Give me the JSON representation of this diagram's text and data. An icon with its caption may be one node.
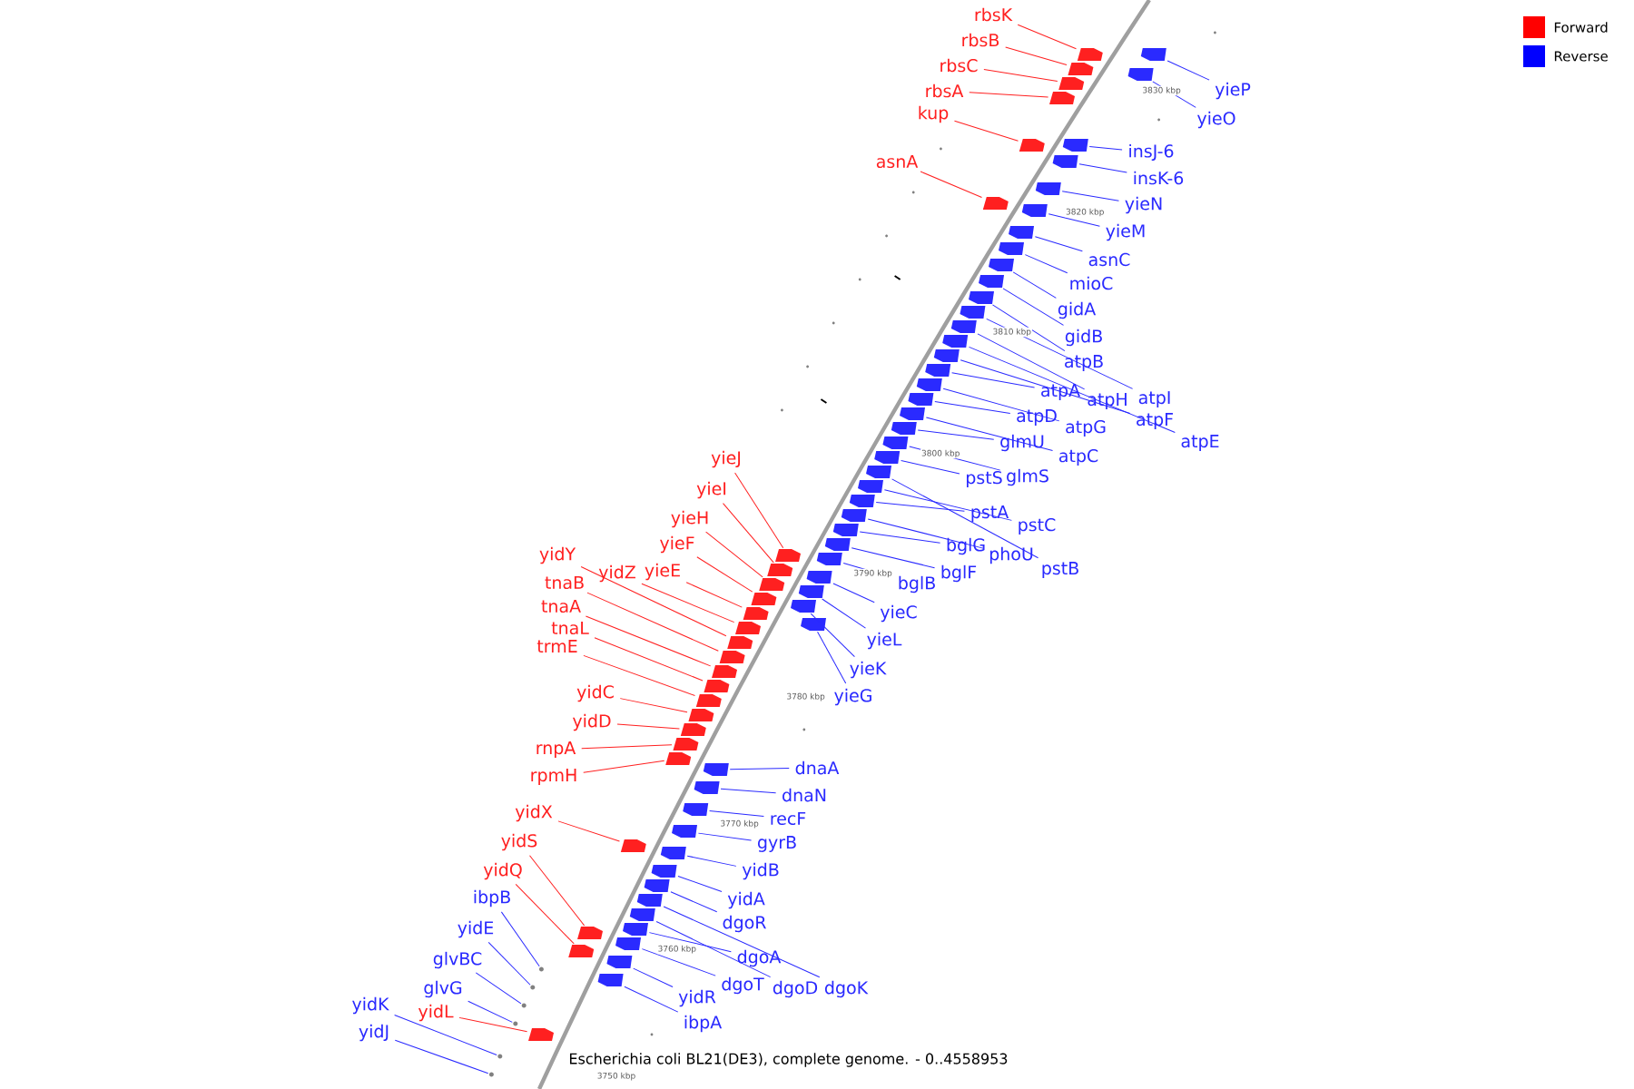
{
  "diagram": {
    "caption": "Escherichia coli BL21(DE3), complete genome. - 0..4558953",
    "nodes": [
      {
        "text": [
          "rbsK"
        ]
      },
      {
        "text": [
          "rbsB"
        ]
      },
      {
        "text": [
          "rbsC"
        ]
      },
      {
        "text": [
          "rbsA"
        ]
      },
      {
        "text": [
          "yieP"
        ]
      },
      {
        "text": [
          "kup"
        ]
      },
      {
        "text": [
          "yieO"
        ]
      },
      {
        "text": [
          "insJ-6"
        ]
      },
      {
        "text": [
          "asnA"
        ]
      },
      {
        "text": [
          "insK-6"
        ]
      },
      {
        "text": [
          "yieN"
        ]
      },
      {
        "text": [
          "yieM"
        ]
      },
      {
        "text": [
          "asnC"
        ]
      },
      {
        "text": [
          "mioC"
        ]
      },
      {
        "text": [
          "gidA"
        ]
      },
      {
        "text": [
          "gidB"
        ]
      },
      {
        "text": [
          "atpB"
        ]
      },
      {
        "text": [
          "atpA"
        ]
      },
      {
        "text": [
          "atpI"
        ]
      },
      {
        "text": [
          "atpH"
        ]
      },
      {
        "text": [
          "atpF"
        ]
      },
      {
        "text": [
          "atpD"
        ]
      },
      {
        "text": [
          "atpG"
        ]
      },
      {
        "text": [
          "atpE"
        ]
      },
      {
        "text": [
          "glmU"
        ]
      },
      {
        "text": [
          "atpC"
        ]
      },
      {
        "text": [
          "yieJ"
        ]
      },
      {
        "text": [
          "pstS"
        ]
      },
      {
        "text": [
          "glmS"
        ]
      },
      {
        "text": [
          "yieI"
        ]
      },
      {
        "text": [
          "pstA"
        ]
      },
      {
        "text": [
          "yieH"
        ]
      },
      {
        "text": [
          "pstC"
        ]
      },
      {
        "text": [
          "yieF"
        ]
      },
      {
        "text": [
          "bglG"
        ]
      },
      {
        "text": [
          "yidY"
        ]
      },
      {
        "text": [
          "phoU"
        ]
      },
      {
        "text": [
          "pstB"
        ]
      },
      {
        "text": [
          "yieE"
        ]
      },
      {
        "text": [
          "yidZ"
        ]
      },
      {
        "text": [
          "bglF"
        ]
      },
      {
        "text": [
          "tnaB"
        ]
      },
      {
        "text": [
          "bglB"
        ]
      },
      {
        "text": [
          "tnaA"
        ]
      },
      {
        "text": [
          "yieC"
        ]
      },
      {
        "text": [
          "tnaL"
        ]
      },
      {
        "text": [
          "yieL"
        ]
      },
      {
        "text": [
          "trmE"
        ]
      },
      {
        "text": [
          "yieK"
        ]
      },
      {
        "text": [
          "yidC"
        ]
      },
      {
        "text": [
          "yieG"
        ]
      },
      {
        "text": [
          "yidD"
        ]
      },
      {
        "text": [
          "rnpA"
        ]
      },
      {
        "text": [
          "dnaA"
        ]
      },
      {
        "text": [
          "rpmH"
        ]
      },
      {
        "text": [
          "dnaN"
        ]
      },
      {
        "text": [
          "yidX"
        ]
      },
      {
        "text": [
          "recF"
        ]
      },
      {
        "text": [
          "yidS"
        ]
      },
      {
        "text": [
          "gyrB"
        ]
      },
      {
        "text": [
          "yidQ"
        ]
      },
      {
        "text": [
          "yidB"
        ]
      },
      {
        "text": [
          "ibpB"
        ]
      },
      {
        "text": [
          "yidA"
        ]
      },
      {
        "text": [
          "dgoR"
        ]
      },
      {
        "text": [
          "yidE"
        ]
      },
      {
        "text": [
          "dgoA"
        ]
      },
      {
        "text": [
          "glvBC"
        ]
      },
      {
        "text": [
          "dgoT"
        ]
      },
      {
        "text": [
          "dgoD"
        ]
      },
      {
        "text": [
          "dgoK"
        ]
      },
      {
        "text": [
          "glvG"
        ]
      },
      {
        "text": [
          "yidR"
        ]
      },
      {
        "text": [
          "yidK"
        ]
      },
      {
        "text": [
          "yidL"
        ]
      },
      {
        "text": [
          "ibpA"
        ]
      },
      {
        "text": [
          "yidJ"
        ]
      },
      {
        "text": [],
        "shape": "arrow"
      },
      {
        "text": [],
        "shape": "arrow"
      },
      {
        "text": [],
        "shape": "arrow"
      },
      {
        "text": [],
        "shape": "arrow"
      },
      {
        "text": [],
        "shape": "arrow"
      },
      {
        "text": [],
        "shape": "arrow"
      },
      {
        "text": [],
        "shape": "arrow"
      },
      {
        "text": [],
        "shape": "arrow"
      },
      {
        "text": [],
        "shape": "arrow"
      },
      {
        "text": [],
        "shape": "arrow"
      },
      {
        "text": [],
        "shape": "arrow"
      },
      {
        "text": [],
        "shape": "arrow"
      },
      {
        "text": [],
        "shape": "arrow"
      },
      {
        "text": [],
        "shape": "arrow"
      },
      {
        "text": [],
        "shape": "arrow"
      },
      {
        "text": [],
        "shape": "arrow"
      },
      {
        "text": [],
        "shape": "arrow"
      },
      {
        "text": [],
        "shape": "arrow"
      },
      {
        "text": [],
        "shape": "arrow"
      },
      {
        "text": [],
        "shape": "arrow"
      },
      {
        "text": [],
        "shape": "arrow"
      },
      {
        "text": [],
        "shape": "arrow"
      },
      {
        "text": [],
        "shape": "arrow"
      },
      {
        "text": [],
        "shape": "arrow"
      },
      {
        "text": [],
        "shape": "arrow"
      },
      {
        "text": [],
        "shape": "arrow"
      },
      {
        "text": [],
        "shape": "arrow"
      },
      {
        "text": [],
        "shape": "arrow"
      },
      {
        "text": [],
        "shape": "arrow"
      },
      {
        "text": [],
        "shape": "arrow"
      },
      {
        "text": [],
        "shape": "arrow"
      },
      {
        "text": [],
        "shape": "arrow"
      },
      {
        "text": [],
        "shape": "arrow"
      },
      {
        "text": [],
        "shape": "arrow"
      },
      {
        "text": [],
        "shape": "arrow"
      },
      {
        "text": [],
        "shape": "arrow"
      },
      {
        "text": [],
        "shape": "arrow"
      },
      {
        "text": [],
        "shape": "arrow"
      },
      {
        "text": [],
        "shape": "arrow"
      },
      {
        "text": [],
        "shape": "arrow"
      },
      {
        "text": [],
        "shape": "arrow"
      },
      {
        "text": [],
        "shape": "arrow"
      },
      {
        "text": [],
        "shape": "arrow"
      },
      {
        "text": [],
        "shape": "arrow"
      },
      {
        "text": [],
        "shape": "arrow"
      },
      {
        "text": [],
        "shape": "arrow"
      },
      {
        "text": [],
        "shape": "arrow"
      },
      {
        "text": [],
        "shape": "arrow"
      },
      {
        "text": [],
        "shape": "arrow"
      },
      {
        "text": [],
        "shape": "arrow"
      },
      {
        "text": [],
        "shape": "arrow"
      },
      {
        "text": [],
        "shape": "arrow"
      },
      {
        "text": [],
        "shape": "arrow"
      },
      {
        "text": [],
        "shape": "arrow"
      },
      {
        "text": [],
        "shape": "arrow"
      },
      {
        "text": [],
        "shape": "arrow"
      },
      {
        "text": [],
        "shape": "arrow"
      },
      {
        "text": [],
        "shape": "arrow"
      },
      {
        "text": [],
        "shape": "arrow"
      },
      {
        "text": [],
        "shape": "arrow"
      },
      {
        "text": [],
        "shape": "arrow"
      },
      {
        "text": [],
        "shape": "arrow"
      },
      {
        "text": [],
        "shape": "circle"
      },
      {
        "text": [],
        "shape": "arrow"
      },
      {
        "text": [],
        "shape": "arrow"
      },
      {
        "text": [],
        "shape": "circle"
      },
      {
        "text": [],
        "shape": "arrow"
      },
      {
        "text": [],
        "shape": "circle"
      },
      {
        "text": [],
        "shape": "arrow"
      },
      {
        "text": [],
        "shape": "arrow"
      },
      {
        "text": [],
        "shape": "arrow"
      },
      {
        "text": [],
        "shape": "circle"
      },
      {
        "text": [],
        "shape": "arrow"
      },
      {
        "text": [],
        "shape": "circle"
      },
      {
        "text": [],
        "shape": "arrow"
      },
      {
        "text": [],
        "shape": "arrow"
      },
      {
        "text": [],
        "shape": "circle"
      }
    ],
    "edges": [
      {
        "from": 0,
        "to": 77,
        "arrow": "none",
        "color": "#ff2020"
      },
      {
        "from": 1,
        "to": 78,
        "arrow": "none",
        "color": "#ff2020"
      },
      {
        "from": 2,
        "to": 79,
        "arrow": "none",
        "color": "#ff2020"
      },
      {
        "from": 3,
        "to": 80,
        "arrow": "none",
        "color": "#ff2020"
      },
      {
        "from": 4,
        "to": 81,
        "arrow": "none"
      },
      {
        "from": 5,
        "to": 82,
        "arrow": "none",
        "color": "#ff2020"
      },
      {
        "from": 6,
        "to": 83,
        "arrow": "none"
      },
      {
        "from": 7,
        "to": 84,
        "arrow": "none"
      },
      {
        "from": 8,
        "to": 85,
        "arrow": "none",
        "color": "#ff2020"
      },
      {
        "from": 9,
        "to": 86,
        "arrow": "none"
      },
      {
        "from": 10,
        "to": 87,
        "arrow": "none"
      },
      {
        "from": 11,
        "to": 88,
        "arrow": "none"
      },
      {
        "from": 12,
        "to": 89,
        "arrow": "none"
      },
      {
        "from": 13,
        "to": 90,
        "arrow": "none"
      },
      {
        "from": 14,
        "to": 91,
        "arrow": "none"
      },
      {
        "from": 15,
        "to": 92,
        "arrow": "none"
      },
      {
        "from": 16,
        "to": 93,
        "arrow": "none"
      },
      {
        "from": 17,
        "to": 94,
        "arrow": "none"
      },
      {
        "from": 18,
        "to": 95,
        "arrow": "none"
      },
      {
        "from": 19,
        "to": 96,
        "arrow": "none"
      },
      {
        "from": 20,
        "to": 97,
        "arrow": "none"
      },
      {
        "from": 21,
        "to": 98,
        "arrow": "none"
      },
      {
        "from": 22,
        "to": 99,
        "arrow": "none"
      },
      {
        "from": 23,
        "to": 100,
        "arrow": "none"
      },
      {
        "from": 24,
        "to": 101,
        "arrow": "none"
      },
      {
        "from": 25,
        "to": 102,
        "arrow": "none"
      },
      {
        "from": 26,
        "to": 103,
        "arrow": "none",
        "color": "#ff2020"
      },
      {
        "from": 27,
        "to": 104,
        "arrow": "none"
      },
      {
        "from": 28,
        "to": 105,
        "arrow": "none"
      },
      {
        "from": 29,
        "to": 106,
        "arrow": "none",
        "color": "#ff2020"
      },
      {
        "from": 30,
        "to": 107,
        "arrow": "none"
      },
      {
        "from": 31,
        "to": 108,
        "arrow": "none",
        "color": "#ff2020"
      },
      {
        "from": 32,
        "to": 109,
        "arrow": "none"
      },
      {
        "from": 33,
        "to": 110,
        "arrow": "none",
        "color": "#ff2020"
      },
      {
        "from": 34,
        "to": 111,
        "arrow": "none"
      },
      {
        "from": 35,
        "to": 112,
        "arrow": "none",
        "color": "#ff2020"
      },
      {
        "from": 36,
        "to": 113,
        "arrow": "none"
      },
      {
        "from": 37,
        "to": 114,
        "arrow": "none"
      },
      {
        "from": 38,
        "to": 115,
        "arrow": "none",
        "color": "#ff2020"
      },
      {
        "from": 39,
        "to": 116,
        "arrow": "none",
        "color": "#ff2020"
      },
      {
        "from": 40,
        "to": 117,
        "arrow": "none"
      },
      {
        "from": 41,
        "to": 118,
        "arrow": "none",
        "color": "#ff2020"
      },
      {
        "from": 42,
        "to": 119,
        "arrow": "none"
      },
      {
        "from": 43,
        "to": 120,
        "arrow": "none",
        "color": "#ff2020"
      },
      {
        "from": 44,
        "to": 121,
        "arrow": "none"
      },
      {
        "from": 45,
        "to": 122,
        "arrow": "none",
        "color": "#ff2020"
      },
      {
        "from": 46,
        "to": 123,
        "arrow": "none"
      },
      {
        "from": 47,
        "to": 124,
        "arrow": "none",
        "color": "#ff2020"
      },
      {
        "from": 48,
        "to": 125,
        "arrow": "none"
      },
      {
        "from": 49,
        "to": 126,
        "arrow": "none",
        "color": "#ff2020"
      },
      {
        "from": 50,
        "to": 127,
        "arrow": "none"
      },
      {
        "from": 51,
        "to": 128,
        "arrow": "none",
        "color": "#ff2020"
      },
      {
        "from": 52,
        "to": 129,
        "arrow": "none",
        "color": "#ff2020"
      },
      {
        "from": 53,
        "to": 130,
        "arrow": "none"
      },
      {
        "from": 54,
        "to": 131,
        "arrow": "none",
        "color": "#ff2020"
      },
      {
        "from": 55,
        "to": 132,
        "arrow": "none"
      },
      {
        "from": 56,
        "to": 133,
        "arrow": "none",
        "color": "#ff2020"
      },
      {
        "from": 57,
        "to": 134,
        "arrow": "none"
      },
      {
        "from": 58,
        "to": 135,
        "arrow": "none",
        "color": "#ff2020"
      },
      {
        "from": 59,
        "to": 136,
        "arrow": "none"
      },
      {
        "from": 60,
        "to": 137,
        "arrow": "none",
        "color": "#ff2020"
      },
      {
        "from": 61,
        "to": 138,
        "arrow": "none"
      },
      {
        "from": 62,
        "to": 139,
        "arrow": "none"
      },
      {
        "from": 63,
        "to": 140,
        "arrow": "none"
      },
      {
        "from": 64,
        "to": 141,
        "arrow": "none"
      },
      {
        "from": 65,
        "to": 142,
        "arrow": "none"
      },
      {
        "from": 66,
        "to": 143,
        "arrow": "none"
      },
      {
        "from": 67,
        "to": 144,
        "arrow": "none"
      },
      {
        "from": 68,
        "to": 145,
        "arrow": "none"
      },
      {
        "from": 69,
        "to": 146,
        "arrow": "none"
      },
      {
        "from": 70,
        "to": 147,
        "arrow": "none"
      },
      {
        "from": 71,
        "to": 148,
        "arrow": "none"
      },
      {
        "from": 72,
        "to": 149,
        "arrow": "none"
      },
      {
        "from": 73,
        "to": 150,
        "arrow": "none"
      },
      {
        "from": 74,
        "to": 151,
        "arrow": "none",
        "color": "#ff2020"
      },
      {
        "from": 75,
        "to": 152,
        "arrow": "none"
      },
      {
        "from": 76,
        "to": 153,
        "arrow": "none"
      }
    ],
    "labels": [
      "3830 kbp",
      "3820 kbp",
      "3810 kbp",
      "3800 kbp",
      "3790 kbp",
      "3780 kbp",
      "3770 kbp",
      "3760 kbp",
      "3750 kbp"
    ],
    "legend": [
      {
        "text": "Forward",
        "color": "#ff0000"
      },
      {
        "text": "Reverse",
        "color": "#0000ff"
      }
    ]
  }
}
